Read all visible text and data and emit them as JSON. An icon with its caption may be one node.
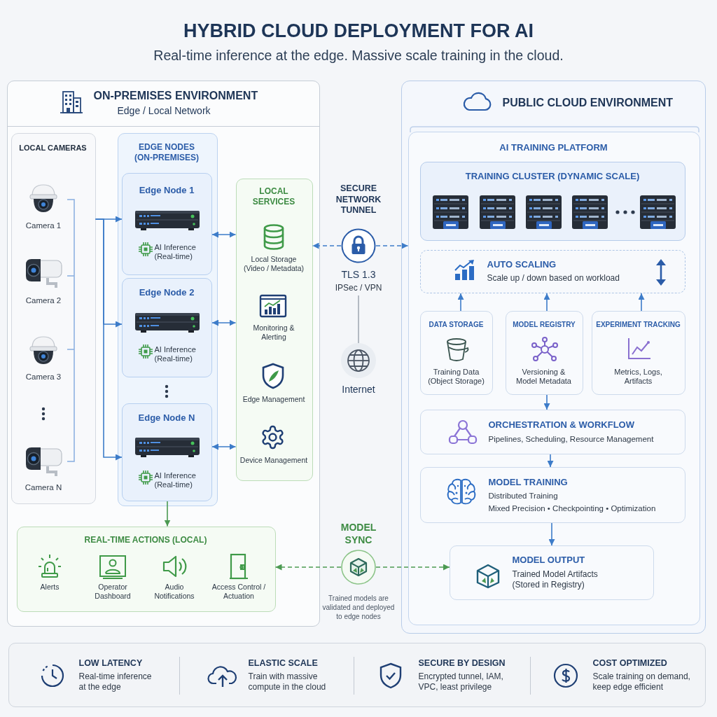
{
  "diagram": {
    "title": "HYBRID CLOUD DEPLOYMENT FOR AI",
    "nodes": [
      {
        "text": [
          "ON-PREMISES ENVIRONMENT",
          "Edge / Local Network"
        ]
      },
      {
        "text": [
          "LOCAL CAMERAS",
          "Camera 1",
          "Camera 2",
          "Camera 3",
          "Camera N"
        ],
        "in": 0
      },
      {
        "text": [
          "EDGE NODES (ON-PREMISES)"
        ],
        "in": 0
      },
      {
        "text": [
          "Edge Node 1",
          "AI Inference (Real-time)"
        ],
        "in": 2
      },
      {
        "text": [
          "Edge Node 2",
          "AI Inference (Real-time)"
        ],
        "in": 2
      },
      {
        "text": [
          "Edge Node N",
          "AI Inference (Real-time)"
        ],
        "in": 2
      },
      {
        "text": [
          "LOCAL SERVICES",
          "Local Storage (Video / Metadata)",
          "Monitoring & Alerting",
          "Edge Management",
          "Device Management"
        ],
        "in": 0
      },
      {
        "text": [
          "REAL-TIME ACTIONS (LOCAL)",
          "Alerts",
          "Operator Dashboard",
          "Audio Notifications",
          "Access Control / Actuation"
        ],
        "in": 0
      },
      {
        "text": [
          "SECURE NETWORK TUNNEL"
        ],
        "beside": [
          "TLS 1.3",
          "IPSec / VPN"
        ]
      },
      {
        "text": [
          "Internet"
        ]
      },
      {
        "text": [
          "MODEL SYNC"
        ],
        "beside": [
          "Trained models are validated and deployed to edge nodes"
        ]
      },
      {
        "text": [
          "PUBLIC CLOUD ENVIRONMENT"
        ]
      },
      {
        "text": [
          "AI TRAINING PLATFORM"
        ],
        "in": 11
      },
      {
        "text": [
          "TRAINING CLUSTER (DYNAMIC SCALE)"
        ],
        "in": 12
      },
      {
        "text": [
          "AUTO SCALING",
          "Scale up / down based on workload"
        ],
        "in": 12
      },
      {
        "text": [
          "DATA STORAGE",
          "Training Data (Object Storage)"
        ],
        "in": 12
      },
      {
        "text": [
          "MODEL REGISTRY",
          "Versioning & Model Metadata"
        ],
        "in": 12
      },
      {
        "text": [
          "EXPERIMENT TRACKING",
          "Metrics, Logs, Artifacts"
        ],
        "in": 12
      },
      {
        "text": [
          "ORCHESTRATION & WORKFLOW",
          "Pipelines, Scheduling, Resource Management"
        ],
        "in": 12
      },
      {
        "text": [
          "MODEL TRAINING",
          "Distributed Training",
          "Mixed Precision • Checkpointing • Optimization"
        ],
        "in": 12
      },
      {
        "text": [
          "MODEL OUTPUT",
          "Trained Model Artifacts (Stored in Registry)"
        ],
        "in": 12
      },
      {
        "text": [
          "LOW LATENCY",
          "Real-time inference at the edge",
          "ELASTIC SCALE",
          "Train with massive compute in the cloud",
          "SECURE BY DESIGN",
          "Encrypted tunnel, IAM, VPC, least privilege",
          "COST OPTIMIZED",
          "Scale training on demand, keep edge efficient"
        ]
      }
    ],
    "edges": [
      {
        "from": 1,
        "to": 3,
        "arrow": "to"
      },
      {
        "from": 1,
        "to": 4,
        "arrow": "to"
      },
      {
        "from": 1,
        "to": 5,
        "arrow": "to"
      },
      {
        "from": 3,
        "to": 6,
        "arrow": "both"
      },
      {
        "from": 4,
        "to": 6,
        "arrow": "both"
      },
      {
        "from": 5,
        "to": 6,
        "arrow": "both"
      },
      {
        "from": 8,
        "to": 6,
        "arrow": "to",
        "style": "dashed"
      },
      {
        "from": 8,
        "to": 12,
        "arrow": "to",
        "style": "dashed"
      },
      {
        "from": 8,
        "to": 9,
        "arrow": "none",
        "color": "#a3abb5"
      },
      {
        "from": 5,
        "to": 7,
        "arrow": "to",
        "color": "#4c9a52"
      },
      {
        "from": 10,
        "to": 7,
        "arrow": "to",
        "style": "dashed",
        "color": "#4c9a52"
      },
      {
        "from": 10,
        "to": 20,
        "arrow": "to",
        "style": "dashed",
        "color": "#4c9a52"
      },
      {
        "from": 15,
        "to": 14,
        "arrow": "to"
      },
      {
        "from": 16,
        "to": 14,
        "arrow": "to"
      },
      {
        "from": 17,
        "to": 14,
        "arrow": "to"
      },
      {
        "from": 16,
        "to": 18,
        "arrow": "to"
      },
      {
        "from": 18,
        "to": 19,
        "arrow": "to"
      },
      {
        "from": 19,
        "to": 20,
        "arrow": "to"
      }
    ],
    "labels": [
      "Real-time inference at the edge. Massive scale training in the cloud."
    ]
  }
}
